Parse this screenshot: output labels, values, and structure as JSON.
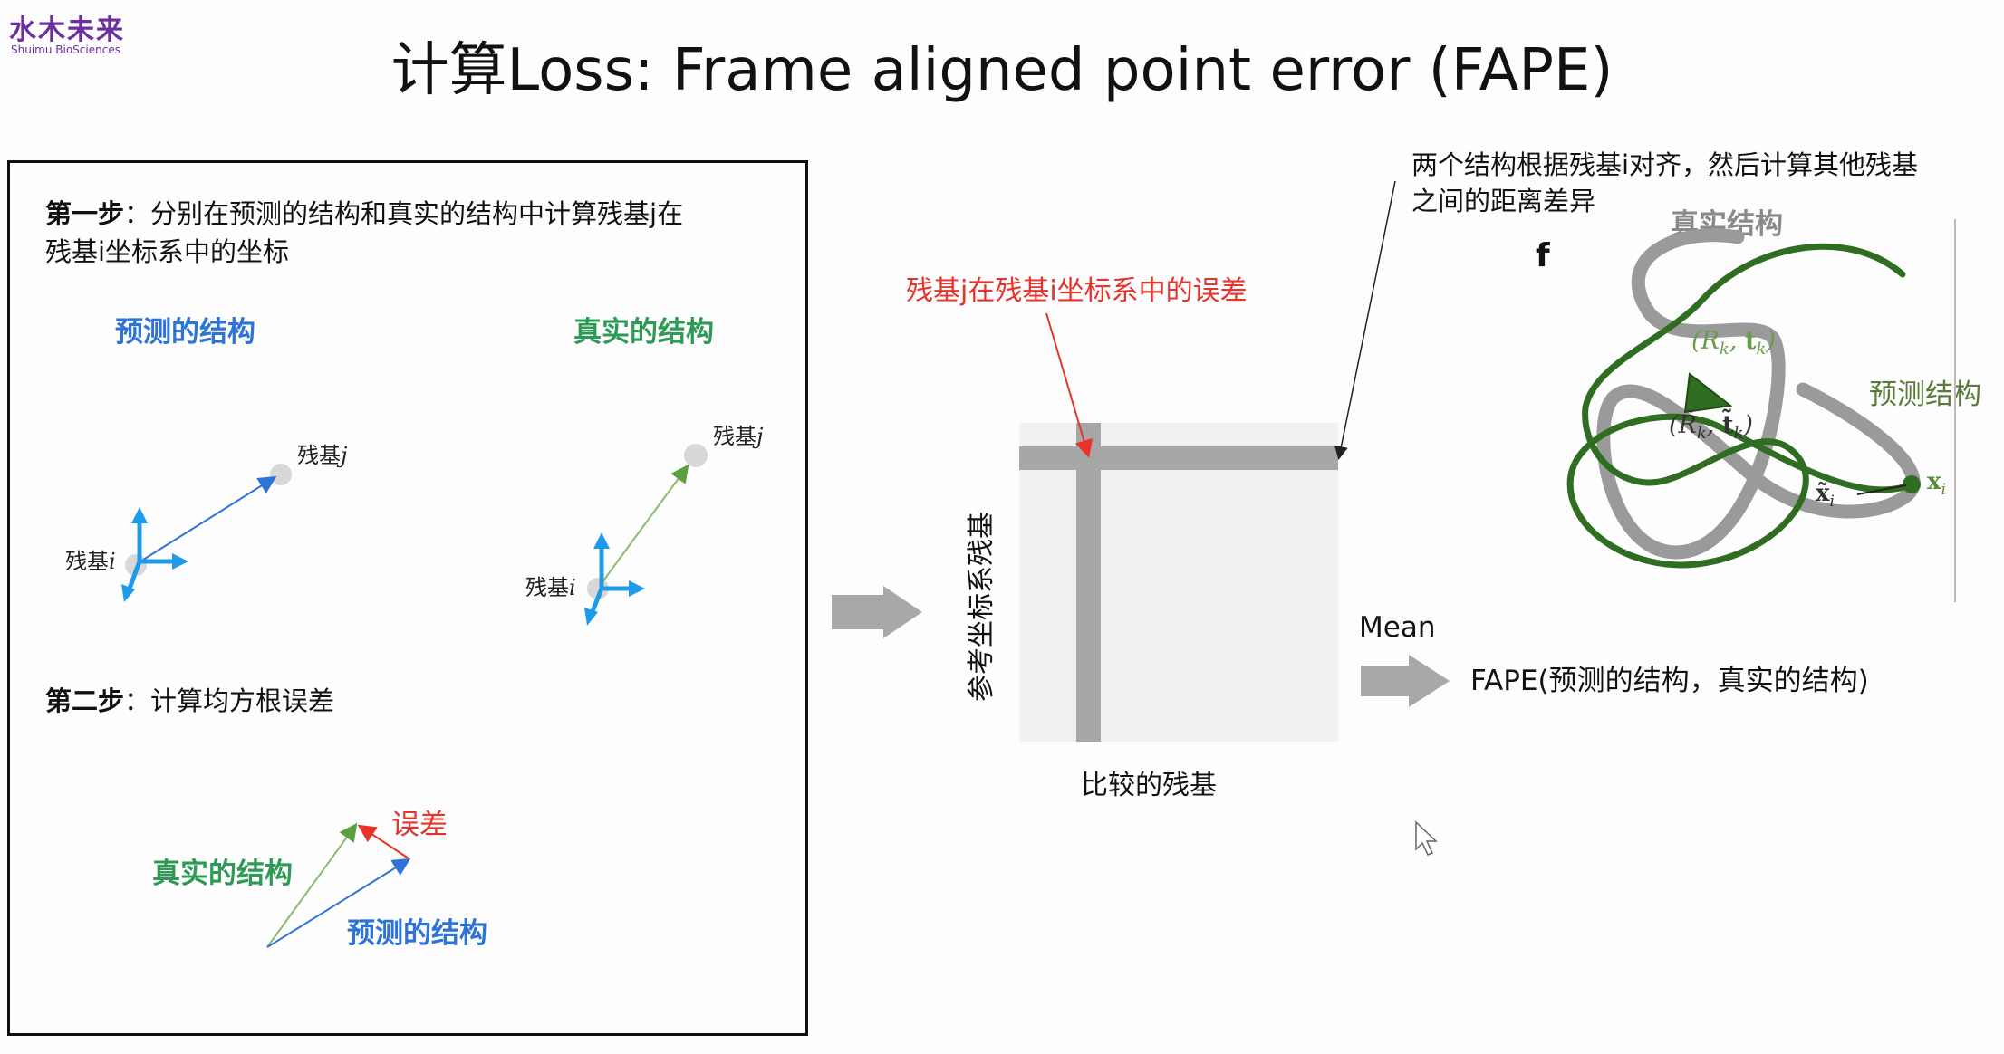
{
  "logo": {
    "cn": "水木未来",
    "en": "Shuimu BioSciences"
  },
  "title": "计算Loss: Frame aligned point error (FAPE)",
  "step1": {
    "label": "第一步",
    "text": "：分别在预测的结构和真实的结构中计算残基j在",
    "text_line2": "残基i坐标系中的坐标"
  },
  "predicted_label": "预测的结构",
  "true_label": "真实的结构",
  "residue_i": "残基",
  "residue_j": "残基",
  "var_i": "i",
  "var_j": "j",
  "step2": {
    "label": "第二步",
    "text": "：计算均方根误差"
  },
  "error_diagram": {
    "error": "误差",
    "true_structure": "真实的结构",
    "predicted_structure": "预测的结构"
  },
  "matrix": {
    "error_label": "残基j在残基i坐标系中的误差",
    "y_label": "参考坐标系残基",
    "x_label": "比较的残基"
  },
  "alignment_note": {
    "line1": "两个结构根据残基i对齐，然后计算其他残基",
    "line2": "之间的距离差异"
  },
  "structure_figure": {
    "panel": "f",
    "true_structure": "真实结构",
    "predicted_structure": "预测结构",
    "frame_pred": "(R",
    "frame_true": "(R̃",
    "point_pred": "x",
    "point_true": "x̃"
  },
  "mean_label": "Mean",
  "fape_label": "FAPE(预测的结构，真实的结构)",
  "colors": {
    "blue": "#2e74d8",
    "green": "#2e9a55",
    "red": "#e8332a",
    "frame_blue": "#1e9be8",
    "structure_green": "#2f6e22",
    "structure_gray": "#9a9a9a"
  }
}
